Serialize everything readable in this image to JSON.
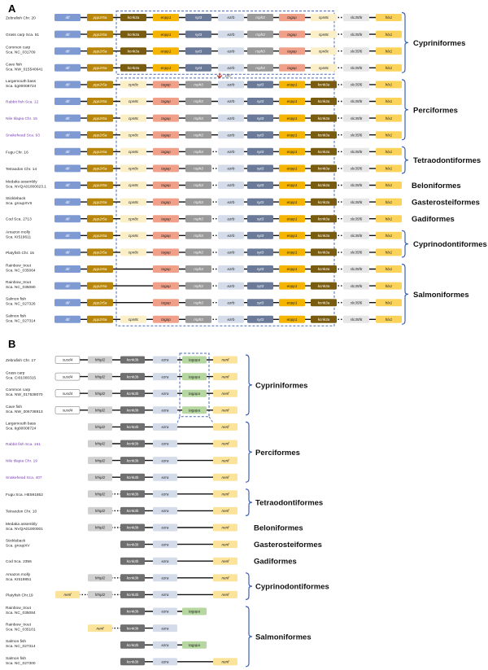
{
  "panels": [
    {
      "label": "A",
      "rows": [
        {
          "species": [
            "Zebrafish Chr. 20"
          ],
          "group": 0,
          "genes": [
            "dtl",
            "ppp2r5a",
            "kcnk3a",
            "enpp1",
            "syt3",
            "ezrb",
            "rsph3",
            "tagap",
            "cpn8c",
            "slc35f6",
            "hlx1"
          ],
          "gaps": [
            8
          ]
        },
        {
          "species": [
            "Grass carp Sca. 51"
          ],
          "group": 0,
          "genes": [
            "dtl",
            "ppp2r5a",
            "kcnk3a",
            "enpp1",
            "syt3",
            "ezrb",
            "rsph3",
            "tagap",
            "cpn8c",
            "slc35f6",
            "hlx1"
          ],
          "gaps": [
            8
          ]
        },
        {
          "species": [
            "Common carp",
            "Sca. NC_031709"
          ],
          "group": 0,
          "genes": [
            "dtl",
            "ppp2r5a",
            "kcnk3a",
            "enpp1",
            "syt3",
            "ezrb",
            "rsph3",
            "tagap",
            "cpn8c",
            "slc35f6",
            "hlx1"
          ],
          "gaps": [
            8
          ]
        },
        {
          "species": [
            "Cave fish",
            "Sca. NW_015540641"
          ],
          "group": 0,
          "genes": [
            "dtl",
            "ppp2r5a",
            "kcnk3a",
            "enpp1",
            "syt3",
            "ezrb",
            "rsph3",
            "tagap",
            "cpn8c",
            "slc35f6",
            "hlx1"
          ],
          "gaps": [
            8
          ]
        },
        {
          "species": [
            "Largemouth bass",
            "Sca. tig00008724"
          ],
          "group": 0,
          "genes": [
            "dtl",
            "ppp2r5a",
            "cpn8c",
            "tagap",
            "rsph3",
            "ezrb",
            "syt3",
            "enpp1",
            "kcnk3a",
            "slc35f6",
            "hlx1"
          ],
          "gaps": [
            8
          ]
        },
        {
          "species": [
            "Rabbit fish Sca. 12"
          ],
          "group": 1,
          "genes": [
            "dtl",
            "ppp2r5a",
            "cpn8c",
            "tagap",
            "rsph3",
            "ezrb",
            "syt3",
            "enpp1",
            "kcnk3a",
            "slc35f6",
            "hlx1"
          ],
          "gaps": [
            8
          ]
        },
        {
          "species": [
            "Nile tilapia Chr. 15"
          ],
          "group": 1,
          "genes": [
            "dtl",
            "ppp2r5a",
            "cpn8c",
            "tagap",
            "rsph3",
            "ezrb",
            "syt3",
            "enpp1",
            "kcnk3a",
            "slc35f6",
            "hlx1"
          ],
          "gaps": [
            8
          ]
        },
        {
          "species": [
            "Snakehead Sca. 93"
          ],
          "group": 1,
          "genes": [
            "dtl",
            "ppp2r5a",
            "cpn8c",
            "tagap",
            "rsph3",
            "ezrb",
            "syt3",
            "enpp1",
            "kcnk3a",
            "slc35f6",
            "hlx1"
          ],
          "gaps": [
            8
          ]
        },
        {
          "species": [
            "Fugu Chr. 16"
          ],
          "group": 0,
          "genes": [
            "dtl",
            "ppp2r5a",
            "cpn8c",
            "tagap",
            "rsph3",
            "ezrb",
            "syt3",
            "enpp1",
            "kcnk3a",
            "slc35f6",
            "hlx1"
          ],
          "gaps": [
            4,
            8
          ]
        },
        {
          "species": [
            "Tetraodon Chr. 14"
          ],
          "group": 0,
          "genes": [
            "dtl",
            "ppp2r5a",
            "cpn8c",
            "tagap",
            "rsph3",
            "ezrb",
            "syt3",
            "enpp1",
            "kcnk3a",
            "slc35f6",
            "hlx1"
          ],
          "gaps": [
            4,
            8
          ]
        },
        {
          "species": [
            "Medaka assembly",
            "Sca. NVQA01000023.1"
          ],
          "group": 0,
          "genes": [
            "dtl",
            "ppp2r5a",
            "cpn8c",
            "tagap",
            "rsph3",
            "ezrb",
            "syt3",
            "enpp1",
            "kcnk3a",
            "slc35f6",
            "hlx1"
          ],
          "gaps": [
            4,
            8
          ]
        },
        {
          "species": [
            "Stickleback",
            "Sca. groupXVII"
          ],
          "group": 0,
          "genes": [
            "dtl",
            "ppp2r5a",
            "cpn8c",
            "tagap",
            "rsph3",
            "ezrb",
            "syt3",
            "enpp1",
            "kcnk3a",
            "slc35f6",
            "hlx1"
          ],
          "gaps": [
            4,
            8
          ]
        },
        {
          "species": [
            "Cod Sca. 2713"
          ],
          "group": 0,
          "genes": [
            "dtl",
            "ppp2r5a",
            "cpn8c",
            "tagap",
            "rsph3",
            "ezrb",
            "syt3",
            "enpp1",
            "kcnk3a",
            "slc35f6",
            "hlx1"
          ],
          "gaps": [
            4,
            8
          ]
        },
        {
          "species": [
            "Amazon molly",
            "Sca. KI519611"
          ],
          "group": 0,
          "genes": [
            "dtl",
            "ppp2r5a",
            "cpn8c",
            "tagap",
            "rsph3",
            "ezrb",
            "syt3",
            "enpp1",
            "kcnk3a",
            "slc35f6",
            "hlx1"
          ],
          "gaps": [
            4,
            8
          ]
        },
        {
          "species": [
            "Platyfish Chr. 15"
          ],
          "group": 0,
          "genes": [
            "dtl",
            "ppp2r5a",
            "cpn8c",
            "tagap",
            "rsph3",
            "ezrb",
            "syt3",
            "enpp1",
            "kcnk3a",
            "slc35f6",
            "hlx1"
          ],
          "gaps": [
            4,
            8
          ]
        },
        {
          "species": [
            "Rainbow_trout",
            "Sca. NC_035064"
          ],
          "group": 0,
          "genes": [
            "dtl",
            "ppp2r5a",
            null,
            "tagap",
            "rsph3",
            "ezrb",
            "syt3",
            "enpp1",
            "kcnk3a",
            "slc35f6",
            "hlx1"
          ],
          "gaps": [
            4,
            8
          ]
        },
        {
          "species": [
            "Rainbow_trout",
            "Sca. NC_035080"
          ],
          "group": 0,
          "genes": [
            "dtl",
            "ppp2r5a",
            null,
            "tagap",
            "rsph3",
            "ezrb",
            "syt3",
            "enpp1",
            "kcnk3a",
            "slc35f6",
            "hlx1"
          ],
          "gaps": [
            4,
            8
          ]
        },
        {
          "species": [
            "Salmon fish",
            "Sca. NC_027326"
          ],
          "group": 0,
          "genes": [
            "dtl",
            "ppp2r5a",
            null,
            "tagap",
            "rsph3",
            "ezrb",
            "syt3",
            "enpp1",
            "kcnk3a",
            "slc35f6",
            "hlx1"
          ],
          "gaps": [
            4,
            8
          ]
        },
        {
          "species": [
            "Salmon fish",
            "Sca. NC_027314"
          ],
          "group": 0,
          "genes": [
            "dtl",
            "ppp2r5a",
            "cpn8c",
            "tagap",
            "rsph3",
            "ezrb",
            "syt3",
            "enpp1",
            "kcnk3a",
            "slc35f6",
            "hlx1"
          ],
          "gaps": [
            4,
            8
          ]
        }
      ],
      "orders": [
        {
          "name": "Cypriniformes",
          "first": 0,
          "last": 3,
          "bracket": true
        },
        {
          "name": "Perciformes",
          "first": 4,
          "last": 7,
          "bracket": true
        },
        {
          "name": "Tetraodontiformes",
          "first": 8,
          "last": 9,
          "bracket": true
        },
        {
          "name": "Beloniformes",
          "first": 10,
          "last": 10,
          "bracket": false
        },
        {
          "name": "Gasterosteiformes",
          "first": 11,
          "last": 11,
          "bracket": false
        },
        {
          "name": "Gadiformes",
          "first": 12,
          "last": 12,
          "bracket": false
        },
        {
          "name": "Cyprinodontiformes",
          "first": 13,
          "last": 14,
          "bracket": true
        },
        {
          "name": "Salmoniformes",
          "first": 15,
          "last": 18,
          "bracket": true
        }
      ],
      "inversion_label": "180°"
    },
    {
      "label": "B",
      "rows": [
        {
          "species": [
            "Zebrafish Chr. 17"
          ],
          "group": 0,
          "genes": [
            "susd4",
            "hhipl2",
            "kcnk3b",
            "ezra",
            "tagapa",
            "nenf"
          ],
          "gaps": []
        },
        {
          "species": [
            "Grass carp",
            "Sca. CI01000315"
          ],
          "group": 0,
          "genes": [
            "susd4",
            "hhipl2",
            "kcnk3b",
            "ezra",
            "tagapa",
            "nenf"
          ],
          "gaps": []
        },
        {
          "species": [
            "Common carp",
            "Sca. NW_017538070"
          ],
          "group": 0,
          "genes": [
            "susd4",
            "hhipl2",
            "kcnk3b",
            "ezra",
            "tagapa",
            "nenf"
          ],
          "gaps": []
        },
        {
          "species": [
            "Cave fish",
            "Sca. NW_006738913"
          ],
          "group": 0,
          "genes": [
            "susd4",
            "hhipl2",
            "kcnk3b",
            "ezra",
            "tagapa",
            "nenf"
          ],
          "gaps": []
        },
        {
          "species": [
            "Largemouth bass",
            "Sca. tig00008724"
          ],
          "group": 0,
          "genes": [
            null,
            "hhipl2",
            "kcnk3b",
            "ezra",
            null,
            "nenf"
          ],
          "gaps": []
        },
        {
          "species": [
            "Rabbit fish Sca. 161"
          ],
          "group": 1,
          "genes": [
            null,
            "hhipl2",
            "kcnk3b",
            "ezra",
            null,
            "nenf"
          ],
          "gaps": []
        },
        {
          "species": [
            "Nile tilapia Chr. 19"
          ],
          "group": 1,
          "genes": [
            null,
            "hhipl2",
            "kcnk3b",
            "ezra",
            null,
            "nenf"
          ],
          "gaps": []
        },
        {
          "species": [
            "Snakehead Sca. 407"
          ],
          "group": 1,
          "genes": [
            null,
            "hhipl2",
            "kcnk3b",
            "ezra",
            null,
            "nenf"
          ],
          "gaps": []
        },
        {
          "species": [
            "Fugu Sca. HE591852"
          ],
          "group": 0,
          "genes": [
            null,
            "hhipl2",
            "kcnk3b",
            "ezra",
            null,
            "nenf"
          ],
          "gaps": [
            1
          ]
        },
        {
          "species": [
            "Tetraodon Chr. 10"
          ],
          "group": 0,
          "genes": [
            null,
            "hhipl2",
            "kcnk3b",
            "ezra",
            null,
            "nenf"
          ],
          "gaps": [
            1
          ]
        },
        {
          "species": [
            "Medaka assembly",
            "Sca. NVQA01000001"
          ],
          "group": 0,
          "genes": [
            null,
            "hhipl2",
            "kcnk3b",
            "ezra",
            null,
            "nenf"
          ],
          "gaps": [
            1
          ]
        },
        {
          "species": [
            "Stickleback",
            "Sca. groupXV"
          ],
          "group": 0,
          "genes": [
            null,
            null,
            "kcnk3b",
            "ezra",
            null,
            "nenf"
          ],
          "gaps": []
        },
        {
          "species": [
            "Cod Sca. 2356"
          ],
          "group": 0,
          "genes": [
            null,
            null,
            "kcnk3b",
            "ezra",
            null,
            "nenf"
          ],
          "gaps": []
        },
        {
          "species": [
            "Amazon molly",
            "Sca. KI519851"
          ],
          "group": 0,
          "genes": [
            null,
            "hhipl2",
            "kcnk3b",
            "ezra",
            null,
            "nenf"
          ],
          "gaps": [
            1
          ]
        },
        {
          "species": [
            "Platyfish Chr.19"
          ],
          "group": 0,
          "genes": [
            "nenf",
            "hhipl2",
            "kcnk3b",
            "ezra",
            null,
            "nenf"
          ],
          "gaps": [
            0,
            1
          ]
        },
        {
          "species": [
            "Rainbow_trout",
            "Sca. NC_035084"
          ],
          "group": 0,
          "genes": [
            null,
            null,
            "kcnk3b",
            "ezra",
            "tagapa",
            null
          ],
          "gaps": []
        },
        {
          "species": [
            "Rainbow_trout",
            "Sca. NC_035101"
          ],
          "group": 0,
          "genes": [
            null,
            "nenf",
            "kcnk3b",
            "ezra",
            null,
            null
          ],
          "gaps": [
            1
          ]
        },
        {
          "species": [
            "Salmon fish",
            "Sca. NC_027314"
          ],
          "group": 0,
          "genes": [
            null,
            null,
            "kcnk3b",
            "ezra",
            "tagapa",
            null
          ],
          "gaps": []
        },
        {
          "species": [
            "Salmon fish",
            "Sca. NC_027300"
          ],
          "group": 0,
          "genes": [
            null,
            null,
            "kcnk3b",
            "ezra",
            null,
            "nenf"
          ],
          "gaps": []
        }
      ],
      "orders": [
        {
          "name": "Cypriniformes",
          "first": 0,
          "last": 3,
          "bracket": true
        },
        {
          "name": "Perciformes",
          "first": 4,
          "last": 7,
          "bracket": true
        },
        {
          "name": "Tetraodontiformes",
          "first": 8,
          "last": 9,
          "bracket": true
        },
        {
          "name": "Beloniformes",
          "first": 10,
          "last": 10,
          "bracket": false
        },
        {
          "name": "Gasterosteiformes",
          "first": 11,
          "last": 11,
          "bracket": false
        },
        {
          "name": "Gadiformes",
          "first": 12,
          "last": 12,
          "bracket": false
        },
        {
          "name": "Cyprinodontiformes",
          "first": 13,
          "last": 14,
          "bracket": true
        },
        {
          "name": "Salmoniformes",
          "first": 15,
          "last": 18,
          "bracket": true
        }
      ]
    }
  ],
  "gene_colors": {
    "dtl": "#7f9ad2",
    "ppp2r5a": "#b8860b",
    "kcnk3a": "#7a5c10",
    "enpp1": "#f5b400",
    "syt3": "#6b7a99",
    "ezrb": "#d4dcea",
    "rsph3": "#9a9a9a",
    "tagap": "#f0a088",
    "cpn8c": "#fbefc8",
    "slc35f6": "#e6e6e6",
    "hlx1": "#fbd35a",
    "susd4": "#ffffff",
    "hhipl2": "#d0d0d0",
    "kcnk3b": "#6f6f6f",
    "ezra": "#d4dcea",
    "tagapa": "#b6d7a0",
    "nenf": "#fbe39a"
  },
  "colors": {
    "bracket": "#3d5fb5",
    "species_purple": "#7a3db5",
    "dashed": "#4a6ab5",
    "inversion_arrow": "#c0392b"
  }
}
